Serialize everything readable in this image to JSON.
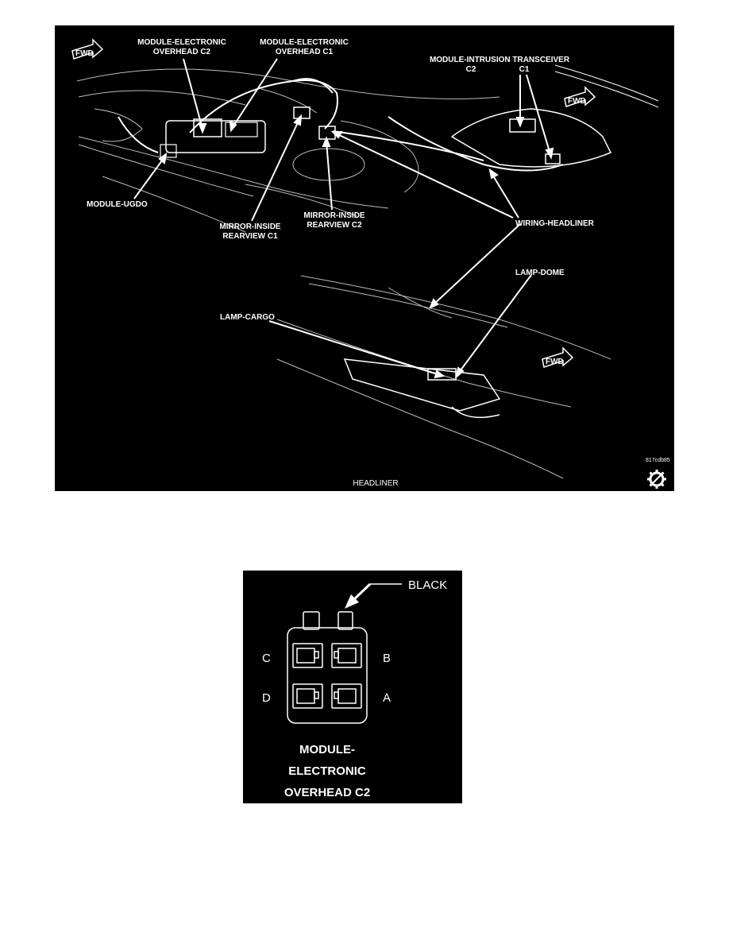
{
  "figure1": {
    "caption": "HEADLINER",
    "code": "817cdb85",
    "labels": {
      "module_eoh_c2_line1": "MODULE-ELECTRONIC",
      "module_eoh_c2_line2": "OVERHEAD C2",
      "module_eoh_c1_line1": "MODULE-ELECTRONIC",
      "module_eoh_c1_line2": "OVERHEAD C1",
      "intrusion_title": "MODULE-INTRUSION TRANSCEIVER",
      "intrusion_c2": "C2",
      "intrusion_c1": "C1",
      "module_ugdo": "MODULE-UGDO",
      "mirror_c1_line1": "MIRROR-INSIDE",
      "mirror_c1_line2": "REARVIEW C1",
      "mirror_c2_line1": "MIRROR-INSIDE",
      "mirror_c2_line2": "REARVIEW C2",
      "wiring_headliner": "WIRING-HEADLINER",
      "lamp_dome": "LAMP-DOME",
      "lamp_cargo": "LAMP-CARGO",
      "fwd": "FWD"
    }
  },
  "figure2": {
    "color_label": "BLACK",
    "pins": {
      "c": "C",
      "b": "B",
      "d": "D",
      "a": "A"
    },
    "title_line1": "MODULE-",
    "title_line2": "ELECTRONIC",
    "title_line3": "OVERHEAD C2"
  }
}
